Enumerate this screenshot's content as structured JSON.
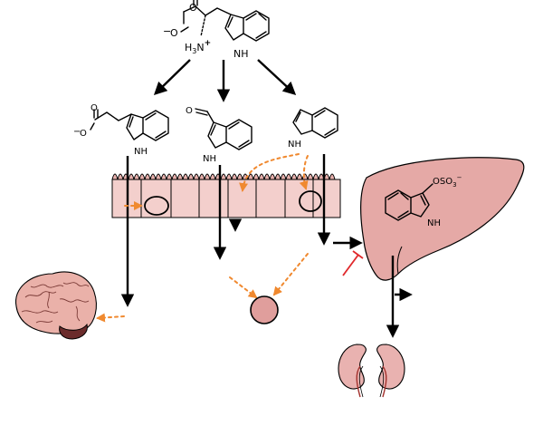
{
  "colors": {
    "tissue": "#e9b1ad",
    "cell": "#f3cfcc",
    "liver": "#e5a9a6",
    "brain": "#eab1a9",
    "brainstem": "#6b2c2c",
    "kidney": "#e9b2b0",
    "dashed_arrow": "#f0892f",
    "inhibition": "#e0282b",
    "arrow": "#000000"
  },
  "labels": {
    "tryptophan": {
      "carboxylate_charge": "−",
      "carboxylate_o_left": "O",
      "carboxylate_o_top": "O",
      "amine_base": "H",
      "amine_sub": "3",
      "amine_n": "N",
      "amine_charge": "+",
      "indole_nh": "NH"
    },
    "indole_propionic_acid": {
      "carboxylate_charge": "−",
      "carboxylate_o_left": "O",
      "carboxylate_o_top": "O",
      "indole_nh": "NH"
    },
    "indole_aldehyde": {
      "aldehyde_o": "O",
      "indole_nh": "NH"
    },
    "indole": {
      "indole_nh": "NH"
    },
    "indoxyl_sulfate": {
      "sulfate_label": "OSO",
      "sulfate_sub": "3",
      "sulfate_charge": "−",
      "indole_nh": "NH"
    }
  },
  "icons": [
    "brain-icon",
    "liver-icon",
    "kidney-icon",
    "blood-vessel-icon",
    "cell-nucleus-icon"
  ]
}
